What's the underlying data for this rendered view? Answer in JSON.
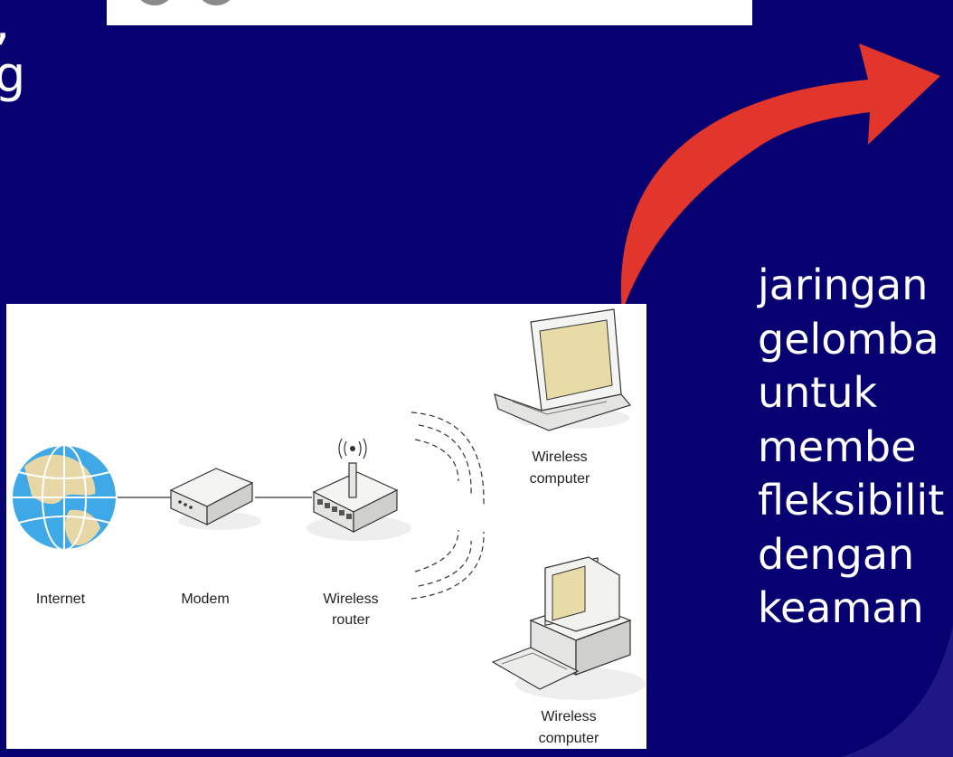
{
  "colors": {
    "background": "#070071",
    "arrow": "#e2352b",
    "text": "#ffffff",
    "globe_blue": "#3fa8e6",
    "globe_land": "#e7d6a6"
  },
  "top_left_text": ",\ng",
  "diagram": {
    "nodes": [
      {
        "id": "internet",
        "icon": "globe-icon",
        "label": "Internet"
      },
      {
        "id": "modem",
        "icon": "modem-icon",
        "label": "Modem"
      },
      {
        "id": "router",
        "icon": "wireless-router-icon",
        "label_line1": "Wireless",
        "label_line2": "router"
      },
      {
        "id": "laptop",
        "icon": "laptop-icon",
        "label_line1": "Wireless",
        "label_line2": "computer"
      },
      {
        "id": "desktop",
        "icon": "desktop-computer-icon",
        "label_line1": "Wireless",
        "label_line2": "computer"
      }
    ]
  },
  "body_text_lines": [
    "jaringan",
    "gelomba",
    "untuk",
    "membe",
    "fleksibilit",
    "dengan",
    "keaman"
  ]
}
